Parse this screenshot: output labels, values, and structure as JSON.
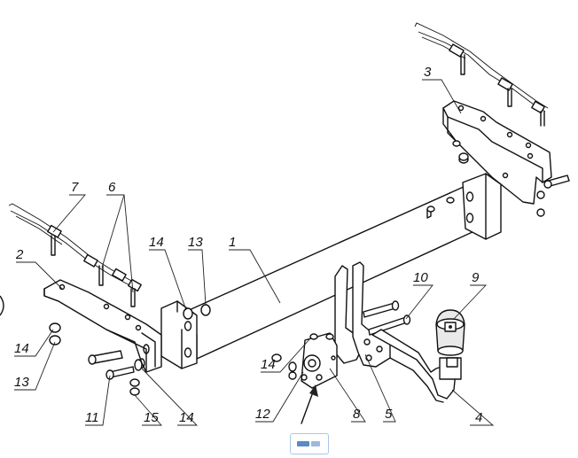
{
  "diagram": {
    "part_labels": [
      {
        "id": "label-1",
        "text": "1"
      },
      {
        "id": "label-2",
        "text": "2"
      },
      {
        "id": "label-3",
        "text": "3"
      },
      {
        "id": "label-4",
        "text": "4"
      },
      {
        "id": "label-5",
        "text": "5"
      },
      {
        "id": "label-6",
        "text": "6"
      },
      {
        "id": "label-7",
        "text": "7"
      },
      {
        "id": "label-8",
        "text": "8"
      },
      {
        "id": "label-9",
        "text": "9"
      },
      {
        "id": "label-10",
        "text": "10"
      },
      {
        "id": "label-11",
        "text": "11"
      },
      {
        "id": "label-12",
        "text": "12"
      },
      {
        "id": "label-13-left",
        "text": "13"
      },
      {
        "id": "label-13-top",
        "text": "13"
      },
      {
        "id": "label-14-left",
        "text": "14"
      },
      {
        "id": "label-14-top",
        "text": "14"
      },
      {
        "id": "label-14-middle",
        "text": "14"
      },
      {
        "id": "label-14-bottom",
        "text": "14"
      },
      {
        "id": "label-15",
        "text": "15"
      }
    ],
    "colors": {
      "line": "#111111",
      "background": "#ffffff",
      "chip_border": "#a9c7e8"
    }
  }
}
